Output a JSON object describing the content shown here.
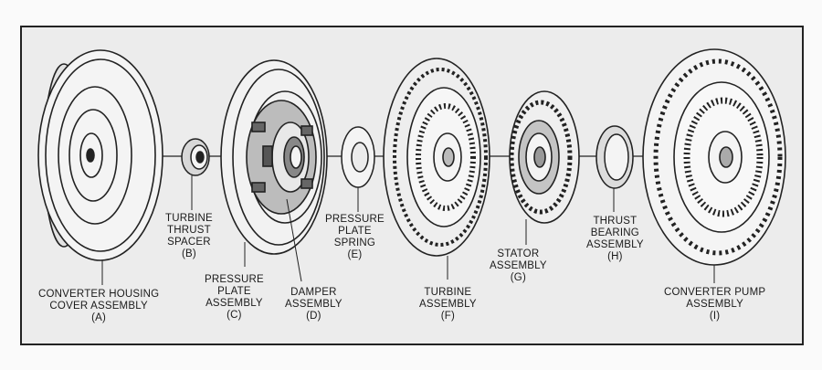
{
  "parts": [
    {
      "id": "A",
      "lines": [
        "CONVERTER HOUSING",
        "COVER ASSEMBLY",
        "(A)"
      ]
    },
    {
      "id": "B",
      "lines": [
        "TURBINE",
        "THRUST",
        "SPACER",
        "(B)"
      ]
    },
    {
      "id": "C",
      "lines": [
        "PRESSURE",
        "PLATE",
        "ASSEMBLY",
        "(C)"
      ]
    },
    {
      "id": "D",
      "lines": [
        "DAMPER",
        "ASSEMBLY",
        "(D)"
      ]
    },
    {
      "id": "E",
      "lines": [
        "PRESSURE",
        "PLATE",
        "SPRING",
        "(E)"
      ]
    },
    {
      "id": "F",
      "lines": [
        "TURBINE",
        "ASSEMBLY",
        "(F)"
      ]
    },
    {
      "id": "G",
      "lines": [
        "STATOR",
        "ASSEMBLY",
        "(G)"
      ]
    },
    {
      "id": "H",
      "lines": [
        "THRUST",
        "BEARING",
        "ASSEMBLY",
        "(H)"
      ]
    },
    {
      "id": "I",
      "lines": [
        "CONVERTER PUMP",
        "ASSEMBLY",
        "(I)"
      ]
    }
  ]
}
